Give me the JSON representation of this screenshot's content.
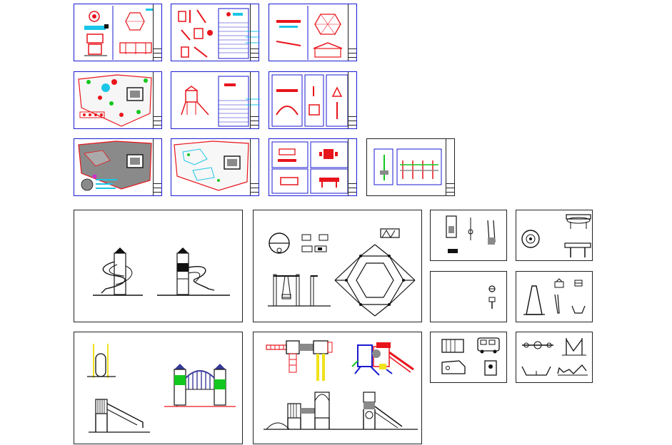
{
  "canvas": {
    "background": "#ffffff"
  },
  "palette": {
    "red": "#e8141b",
    "blue": "#1a1ad0",
    "cyan": "#19c6e8",
    "green": "#12c81e",
    "gray": "#8a8a8a",
    "dark": "#111111",
    "yellow": "#f0e21c"
  },
  "sheets": [
    {
      "id": "layout-sheet-1",
      "kind": "thumbnail",
      "content": "play-equipment-details"
    },
    {
      "id": "layout-sheet-2",
      "kind": "thumbnail",
      "content": "equipment-elevations-with-table"
    },
    {
      "id": "layout-sheet-3",
      "kind": "thumbnail",
      "content": "hexagon-pergola-details"
    },
    {
      "id": "layout-sheet-4",
      "kind": "thumbnail",
      "content": "site-plan-colored"
    },
    {
      "id": "layout-sheet-5",
      "kind": "thumbnail",
      "content": "climbing-frame-with-table"
    },
    {
      "id": "layout-sheet-6",
      "kind": "thumbnail",
      "content": "arch-and-ladder-details"
    },
    {
      "id": "layout-sheet-7",
      "kind": "thumbnail",
      "content": "site-plan-hatched"
    },
    {
      "id": "layout-sheet-8",
      "kind": "thumbnail",
      "content": "site-plan-outline"
    },
    {
      "id": "layout-sheet-9",
      "kind": "thumbnail",
      "content": "furniture-details"
    },
    {
      "id": "layout-sheet-10",
      "kind": "thumbnail",
      "content": "fence-elevation"
    },
    {
      "id": "model-panel-slides",
      "kind": "detail",
      "content": "spiral-slide-towers"
    },
    {
      "id": "model-panel-swings-pergola",
      "kind": "detail",
      "content": "swing-set-and-hexagon-pergola"
    },
    {
      "id": "model-panel-small-items-1",
      "kind": "detail",
      "content": "slide-parts"
    },
    {
      "id": "model-panel-small-items-2",
      "kind": "detail",
      "content": "roundabout-and-tables"
    },
    {
      "id": "model-panel-small-items-3",
      "kind": "detail",
      "content": "small-fittings"
    },
    {
      "id": "model-panel-small-items-4",
      "kind": "detail",
      "content": "cones-and-hoops"
    },
    {
      "id": "model-panel-towers-bridge",
      "kind": "detail",
      "content": "twin-towers-with-bridge"
    },
    {
      "id": "model-panel-playhouse",
      "kind": "detail",
      "content": "playhouse-combo-unit"
    },
    {
      "id": "model-panel-small-items-5",
      "kind": "detail",
      "content": "vehicles-and-bins"
    },
    {
      "id": "model-panel-small-items-6",
      "kind": "detail",
      "content": "seesaw-and-spring-riders"
    }
  ]
}
